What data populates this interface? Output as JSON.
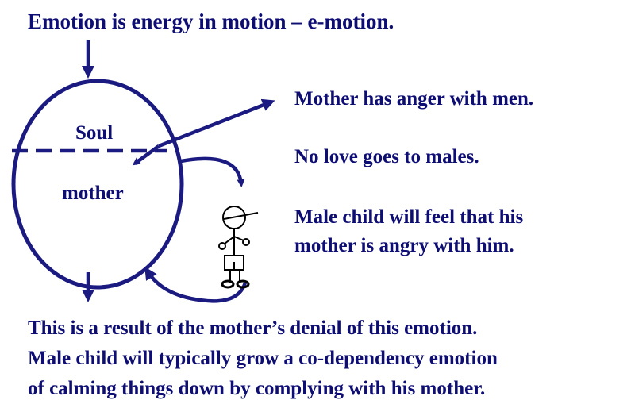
{
  "title": "Emotion is energy in motion – e-motion.",
  "soul_label": "Soul",
  "mother_label": "mother",
  "statements": [
    "Mother has anger with men.",
    "No love goes to males.",
    "Male child will feel that his",
    "mother is angry with him."
  ],
  "bottom_lines": [
    "This is a result of the mother’s denial of this emotion.",
    "Male child will typically grow a co-dependency emotion",
    "of calming things down by complying with his mother."
  ],
  "colors": {
    "ink": "#0d0d73",
    "arrow": "#1a1a80"
  }
}
